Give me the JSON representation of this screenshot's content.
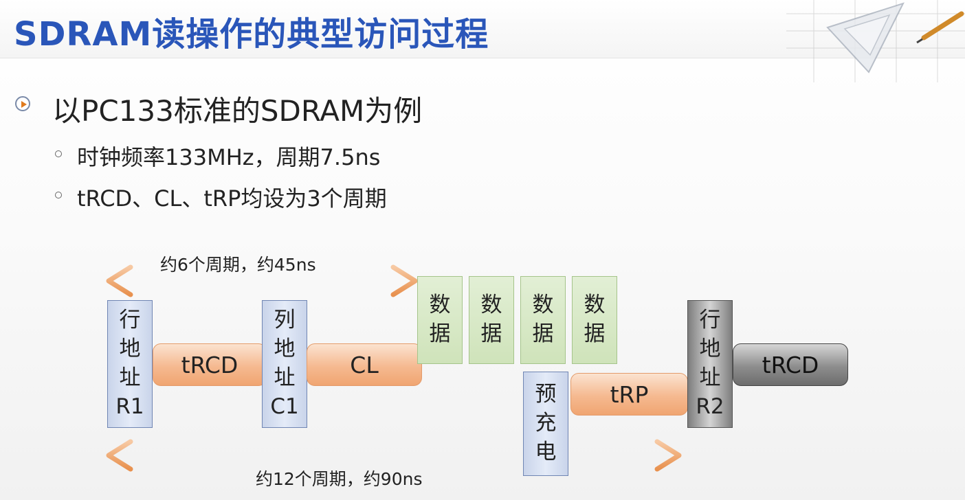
{
  "slide": {
    "title": "SDRAM读操作的典型访问过程",
    "main_bullet": "以PC133标准的SDRAM为例",
    "sub_bullets": [
      "时钟频率133MHz，周期7.5ns",
      "tRCD、CL、tRP均设为3个周期"
    ]
  },
  "diagram": {
    "top_arrow_label": "约6个周期，约45ns",
    "bottom_arrow_label": "约12个周期，约90ns",
    "row_addr_r1": [
      "行",
      "地",
      "址",
      "R1"
    ],
    "col_addr_c1": [
      "列",
      "地",
      "址",
      "C1"
    ],
    "row_addr_r2": [
      "行",
      "地",
      "址",
      "R2"
    ],
    "data_boxes": [
      [
        "数",
        "据"
      ],
      [
        "数",
        "据"
      ],
      [
        "数",
        "据"
      ],
      [
        "数",
        "据"
      ]
    ],
    "precharge": [
      "预",
      "充",
      "电"
    ],
    "trcd_label": "tRCD",
    "cl_label": "CL",
    "trp_label": "tRP",
    "trcd2_label": "tRCD"
  },
  "colors": {
    "title": "#2a56b9",
    "arrow": "#f0a571",
    "address_box": "#c9d4ea",
    "data_box": "#cfe3ba",
    "timing_pill": "#f5b990",
    "next_address_box": "#9a9a9a"
  }
}
